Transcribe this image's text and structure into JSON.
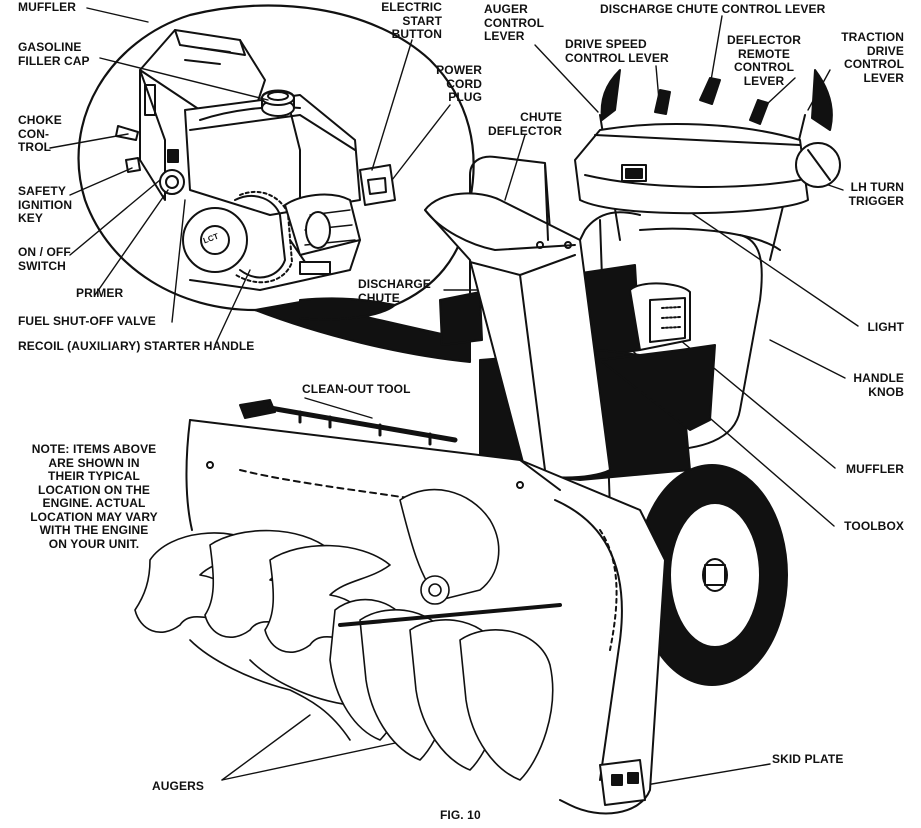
{
  "figure": {
    "caption": "FIG. 10"
  },
  "labels": {
    "muffler_engine": "MUFFLER",
    "gasoline_filler_cap": "GASOLINE\nFILLER CAP",
    "choke_control": "CHOKE\nCON-\nTROL",
    "safety_ignition_key": "SAFETY\nIGNITION\nKEY",
    "on_off_switch": "ON / OFF\nSWITCH",
    "primer": "PRIMER",
    "fuel_shutoff_valve": "FUEL SHUT-OFF VALVE",
    "recoil_starter_handle": "RECOIL (AUXILIARY) STARTER HANDLE",
    "electric_start_button": "ELECTRIC\nSTART\nBUTTON",
    "power_cord_plug": "POWER\nCORD\nPLUG",
    "auger_control_lever": "AUGER\nCONTROL\nLEVER",
    "discharge_chute_control_lever": "DISCHARGE CHUTE CONTROL LEVER",
    "drive_speed_control_lever": "DRIVE SPEED\nCONTROL LEVER",
    "deflector_remote_control_lever": "DEFLECTOR\nREMOTE\nCONTROL\nLEVER",
    "traction_drive_control_lever": "TRACTION\nDRIVE\nCONTROL\nLEVER",
    "chute_deflector": "CHUTE\nDEFLECTOR",
    "lh_turn_trigger": "LH TURN\nTRIGGER",
    "discharge_chute": "DISCHARGE\nCHUTE",
    "light": "LIGHT",
    "handle_knob": "HANDLE\nKNOB",
    "clean_out_tool": "CLEAN-OUT TOOL",
    "muffler_unit": "MUFFLER",
    "toolbox": "TOOLBOX",
    "note": "NOTE: ITEMS ABOVE\nARE SHOWN IN\nTHEIR TYPICAL\nLOCATION ON THE\nENGINE.  ACTUAL\nLOCATION MAY VARY\nWITH THE ENGINE\nON YOUR UNIT.",
    "skid_plate": "SKID PLATE",
    "augers": "AUGERS"
  },
  "engine_branding": {
    "logo_text": "LCT"
  }
}
